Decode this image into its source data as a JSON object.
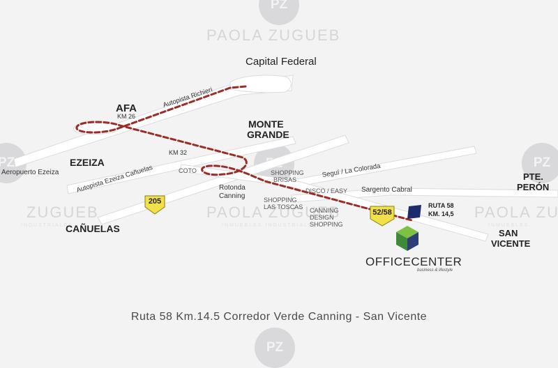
{
  "watermarks": {
    "brand_top": "PAOLA ZUGUEB",
    "brand_left": "ZUGUEB",
    "brand_mid": "PAOLA ZUGUEB",
    "brand_right": "PAOLA ZUGUEB",
    "sub_left": "INDUSTRIALES",
    "sub_mid": "INMUEBLES INDUSTRIALES",
    "sub_right": "INMUEBLES",
    "logo_mark": "PZ"
  },
  "places": {
    "capital": "Capital Federal",
    "afa": "AFA",
    "afa_km": "KM 26",
    "ezeiza": "EZEIZA",
    "monte_grande_1": "MONTE",
    "monte_grande_2": "GRANDE",
    "canuelas": "CAÑUELAS",
    "pte_peron_1": "PTE.",
    "pte_peron_2": "PERÓN",
    "san_vicente_1": "SAN",
    "san_vicente_2": "VICENTE"
  },
  "roads": {
    "richieri": "Autopista Richieri",
    "aeropuerto": "Aeropuerto Ezeiza",
    "ezeiza_canuelas": "Autopista Ezeiza Cañuelas",
    "km32": "KM 32",
    "segui": "Seguí / La Colorada",
    "sargento": "Sargento Cabral",
    "ruta58": "RUTA 58",
    "ruta58_km": "KM. 14,5"
  },
  "pois": {
    "coto": "COTO",
    "shopping_brisas_1": "SHOPPING",
    "shopping_brisas_2": "BRISAS",
    "disco_easy": "DISCO / EASY",
    "rotonda_1": "Rotonda",
    "rotonda_2": "Canning",
    "toscas_1": "SHOPPING",
    "toscas_2": "LAS TOSCAS",
    "design_1": "CANNING",
    "design_2": "DESIGN",
    "design_3": "SHOPPING"
  },
  "shields": {
    "r205": "205",
    "r5258": "52/58"
  },
  "brand": {
    "office": "OFFICE",
    "center": "CENTER",
    "tagline": "business & lifestyle"
  },
  "caption": "Ruta 58 Km.14.5  Corredor Verde Canning - San Vicente",
  "colors": {
    "route": "#9b2d28",
    "shield": "#f1e04a",
    "marker": "#1d2a6b",
    "cube_top": "#7dc142",
    "cube_left": "#3f8a3a",
    "cube_right": "#2c3e73"
  }
}
